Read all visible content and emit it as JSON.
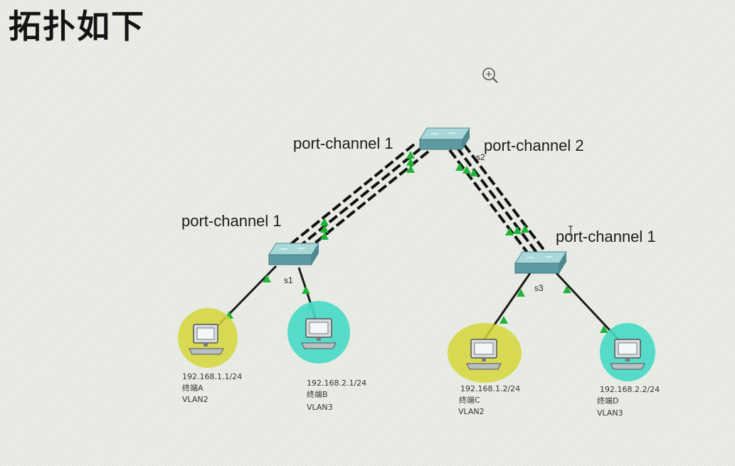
{
  "title": "拓扑如下",
  "colors": {
    "vlan2": "#d6d63a",
    "vlan3": "#46d9c5",
    "switch_top": "#a9d8d9",
    "switch_side": "#5e9aa2",
    "link": "#111111",
    "port_up": "#22b43a"
  },
  "switches": {
    "core": {
      "label": "s2",
      "port_channel_left": "port-channel 1",
      "port_channel_right": "port-channel 2"
    },
    "s1": {
      "label": "s1",
      "port_channel": "port-channel 1"
    },
    "s3": {
      "label": "s3",
      "port_channel": "port-channel 1"
    }
  },
  "terminals": [
    {
      "ip": "192.168.1.1/24",
      "name": "终端A",
      "vlan": "VLAN2"
    },
    {
      "ip": "192.168.2.1/24",
      "name": "终端B",
      "vlan": "VLAN3"
    },
    {
      "ip": "192.168.1.2/24",
      "name": "终端C",
      "vlan": "VLAN2"
    },
    {
      "ip": "192.168.2.2/24",
      "name": "终端D",
      "vlan": "VLAN3"
    }
  ],
  "icons": {
    "zoom": "zoom-in-icon",
    "cursor": "text-cursor-icon"
  }
}
